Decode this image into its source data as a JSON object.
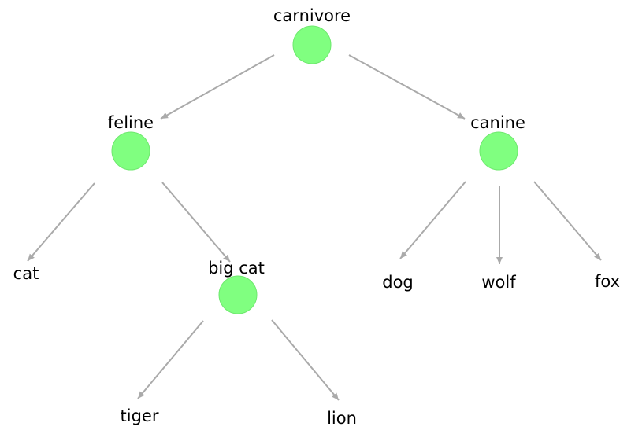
{
  "diagram": {
    "type": "tree",
    "colors": {
      "node_fill": "#80ff80",
      "edge": "#aaaaaa",
      "label": "#000000",
      "background": "#ffffff"
    },
    "nodes": {
      "carnivore": {
        "label": "carnivore",
        "has_circle": true
      },
      "feline": {
        "label": "feline",
        "has_circle": true
      },
      "canine": {
        "label": "canine",
        "has_circle": true
      },
      "big_cat": {
        "label": "big cat",
        "has_circle": true
      },
      "cat": {
        "label": "cat",
        "has_circle": false
      },
      "tiger": {
        "label": "tiger",
        "has_circle": false
      },
      "lion": {
        "label": "lion",
        "has_circle": false
      },
      "dog": {
        "label": "dog",
        "has_circle": false
      },
      "wolf": {
        "label": "wolf",
        "has_circle": false
      },
      "fox": {
        "label": "fox",
        "has_circle": false
      }
    },
    "edges": [
      {
        "from": "carnivore",
        "to": "feline"
      },
      {
        "from": "carnivore",
        "to": "canine"
      },
      {
        "from": "feline",
        "to": "cat"
      },
      {
        "from": "feline",
        "to": "big_cat"
      },
      {
        "from": "big_cat",
        "to": "tiger"
      },
      {
        "from": "big_cat",
        "to": "lion"
      },
      {
        "from": "canine",
        "to": "dog"
      },
      {
        "from": "canine",
        "to": "wolf"
      },
      {
        "from": "canine",
        "to": "fox"
      }
    ]
  }
}
